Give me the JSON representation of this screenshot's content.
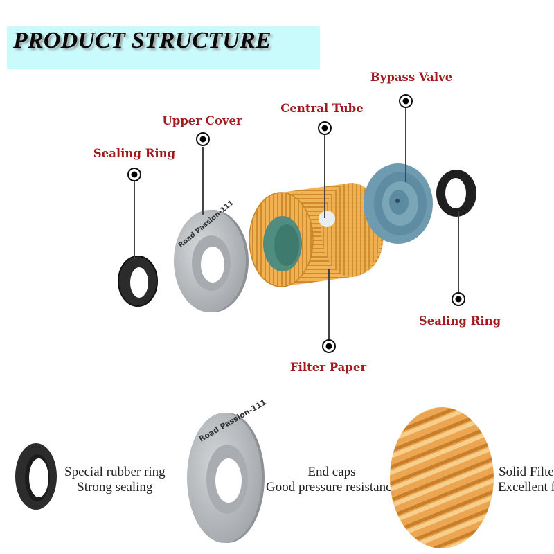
{
  "header": {
    "title": "PRODUCT STRUCTURE",
    "banner_color": "#c9fbfd"
  },
  "diagram": {
    "label_color": "#a01a1e",
    "callouts": [
      {
        "id": "sealing-ring-left",
        "label": "Sealing Ring"
      },
      {
        "id": "upper-cover",
        "label": "Upper Cover"
      },
      {
        "id": "central-tube",
        "label": "Central Tube"
      },
      {
        "id": "bypass-valve",
        "label": "Bypass Valve"
      },
      {
        "id": "sealing-ring-right",
        "label": "Sealing Ring"
      },
      {
        "id": "filter-paper",
        "label": "Filter Paper"
      }
    ],
    "cover_engraving": "Road Passion-111"
  },
  "features": [
    {
      "icon": "rubber-ring",
      "line1": "Special rubber ring",
      "line2": "Strong sealing"
    },
    {
      "icon": "end-cap",
      "line1": "End caps",
      "line2": "Good pressure resistance"
    },
    {
      "icon": "filter-paper-closeup",
      "line1": "Solid Filter",
      "line2": "Excellent fi"
    }
  ],
  "colors": {
    "rubber": "#2a2a2a",
    "metal": "#b9bcbf",
    "paper": "#e9a84a",
    "valve": "#5f8ea3"
  }
}
